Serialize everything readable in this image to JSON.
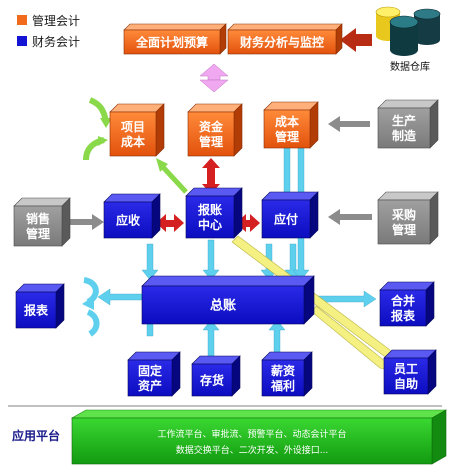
{
  "legend": {
    "items": [
      {
        "label": "管理会计",
        "color": "#f26a1b"
      },
      {
        "label": "财务会计",
        "color": "#1414d4"
      }
    ]
  },
  "datawarehouse": {
    "label": "数据仓库"
  },
  "boxes": {
    "planning": [
      "全面计划预算"
    ],
    "analysis": [
      "财务分析与监控"
    ],
    "project_cost": [
      "项目",
      "成本"
    ],
    "fund_mgmt": [
      "资金",
      "管理"
    ],
    "cost_mgmt": [
      "成本",
      "管理"
    ],
    "production": [
      "生产",
      "制造"
    ],
    "sales": [
      "销售",
      "管理"
    ],
    "receivable": [
      "应收"
    ],
    "expense_center": [
      "报账",
      "中心"
    ],
    "payable": [
      "应付"
    ],
    "purchase": [
      "采购",
      "管理"
    ],
    "reports": [
      "报表"
    ],
    "ledger": [
      "总账"
    ],
    "consolidated": [
      "合并",
      "报表"
    ],
    "fixed_assets": [
      "固定",
      "资产"
    ],
    "inventory": [
      "存货"
    ],
    "payroll": [
      "薪资",
      "福利"
    ],
    "employee_self": [
      "员工",
      "自助"
    ]
  },
  "platform": {
    "title": "应用平台",
    "lines": [
      "工作流平台、审批流、预警平台、动态会计平台",
      "数据交换平台、二次开发、外设接口..."
    ]
  },
  "colors": {
    "orange": "#f26a1b",
    "blue": "#1414d4",
    "gray": "#8c8c8c",
    "cyan_arrow": "#5ed0ee",
    "red_arrow": "#d42020",
    "yellow_arrow": "#f4f082",
    "green_arrow": "#8ad94a",
    "pink_arrow": "#f0a8f0",
    "platform_green": "#22c01a"
  }
}
